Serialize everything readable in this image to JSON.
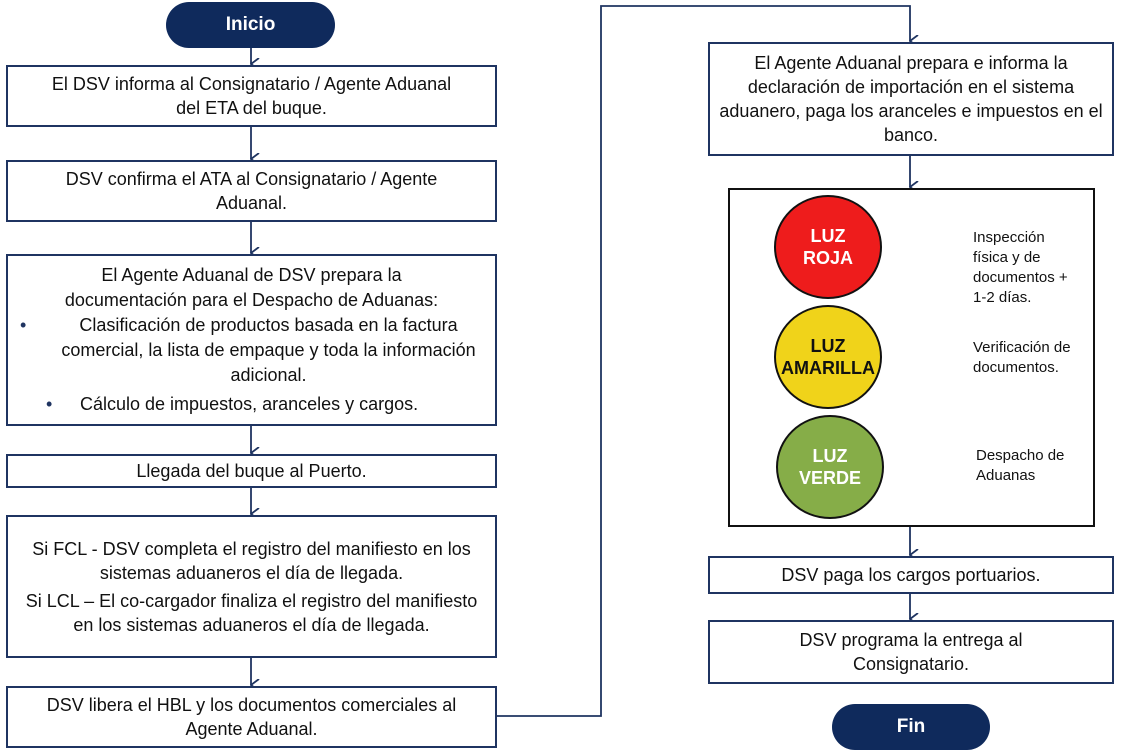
{
  "start": "Inicio",
  "end": "Fin",
  "left_steps": [
    {
      "lines": [
        "El DSV informa al Consignatario / Agente Aduanal",
        "del ETA del buque."
      ]
    },
    {
      "lines": [
        "DSV confirma el ATA al Consignatario / Agente",
        "Aduanal."
      ]
    },
    {
      "lines": [
        "El Agente Aduanal de DSV prepara la",
        "documentación para el Despacho de Aduanas:"
      ],
      "bullets": [
        "Clasificación de productos basada en la factura comercial, la lista de empaque y toda la información adicional.",
        "Cálculo de impuestos, aranceles y cargos."
      ]
    },
    {
      "lines": [
        "Llegada del buque al Puerto."
      ]
    },
    {
      "lines": [
        "Si FCL - DSV completa el registro del manifiesto en los sistemas aduaneros el día de llegada.",
        "Si LCL – El co-cargador finaliza el registro del manifiesto en los sistemas aduaneros el día de llegada."
      ]
    },
    {
      "lines": [
        "DSV libera el HBL y los documentos comerciales al",
        "Agente Aduanal."
      ]
    }
  ],
  "right_steps": [
    {
      "lines": [
        "El Agente Aduanal prepara e informa la declaración de importación en el sistema aduanero, paga los aranceles e impuestos en el banco."
      ]
    },
    {
      "lines": [
        "DSV paga los cargos portuarios."
      ]
    },
    {
      "lines": [
        "DSV programa la entrega al",
        "Consignatario."
      ]
    }
  ],
  "lights": [
    {
      "label1": "LUZ",
      "label2": "ROJA",
      "color": "#ee1c1c",
      "text_color": "#ffffff",
      "result": "Inspección física y de documentos + 1-2 días."
    },
    {
      "label1": "LUZ",
      "label2": "AMARILLA",
      "color": "#f0d31a",
      "text_color": "#111111",
      "result": "Verificación de documentos."
    },
    {
      "label1": "LUZ",
      "label2": "VERDE",
      "color": "#86ad48",
      "text_color": "#ffffff",
      "result": "Despacho de Aduanas"
    }
  ]
}
